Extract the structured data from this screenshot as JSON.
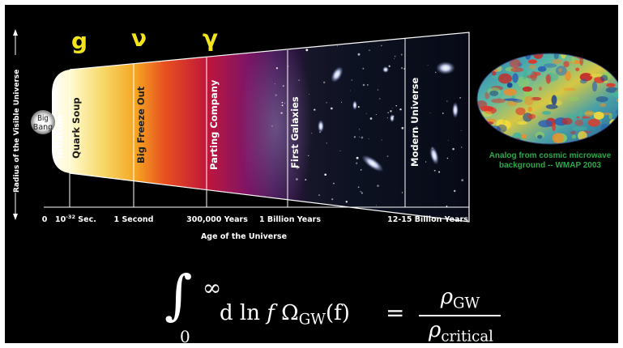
{
  "greek_labels": [
    {
      "symbol": "g",
      "color": "#f3e51d"
    },
    {
      "symbol": "ν",
      "color": "#f3e51d"
    },
    {
      "symbol": "γ",
      "color": "#f3e51d"
    }
  ],
  "y_axis_label": "Radius of the Visible Universe",
  "era_labels": {
    "big_bang": [
      "Big",
      "Bang"
    ],
    "inflation": "Inflation",
    "quark_soup": "Quark Soup",
    "big_freeze_out": "Big Freeze Out",
    "parting_company": "Parting Company",
    "first_galaxies": "First Galaxies",
    "modern_universe": "Modern Universe"
  },
  "time_ticks": {
    "t0": "0",
    "t1_base": "10",
    "t1_exp": "-32",
    "t1_unit": " Sec.",
    "t2": "1 Second",
    "t3": "300,000 Years",
    "t4": "1 Billion Years",
    "t5": "12-15 Billion Years"
  },
  "x_axis_label": "Age of the Universe",
  "cmb_caption": [
    "Analog from cosmic microwave",
    "background -- WMAP 2003"
  ],
  "colors": {
    "background": "#000000",
    "greek": "#f3e51d",
    "caption": "#2aa84a",
    "frame": "#ffffff"
  },
  "equation": {
    "integral": "∫",
    "upper_limit": "∞",
    "lower_limit": "0",
    "d": "d",
    "ln": " ln ",
    "f": "f",
    "omega": " Ω",
    "omega_sub": "GW",
    "arg": "(f)",
    "equals": "=",
    "rho": "ρ",
    "num_sub": "GW",
    "den_sub": "critical"
  }
}
